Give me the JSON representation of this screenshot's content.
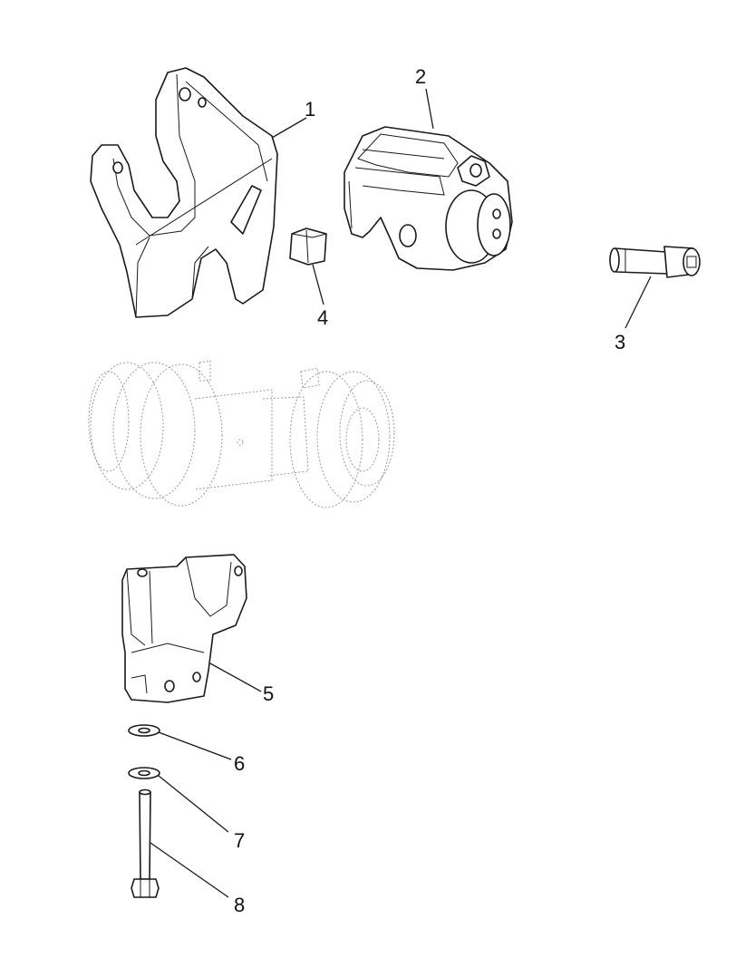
{
  "callouts": {
    "c1": "1",
    "c2": "2",
    "c3": "3",
    "c4": "4",
    "c5": "5",
    "c6": "6",
    "c7": "7",
    "c8": "8"
  },
  "colors": {
    "line": "#1a1a1a",
    "ghost": "#9a9a9a",
    "background": "#ffffff"
  }
}
